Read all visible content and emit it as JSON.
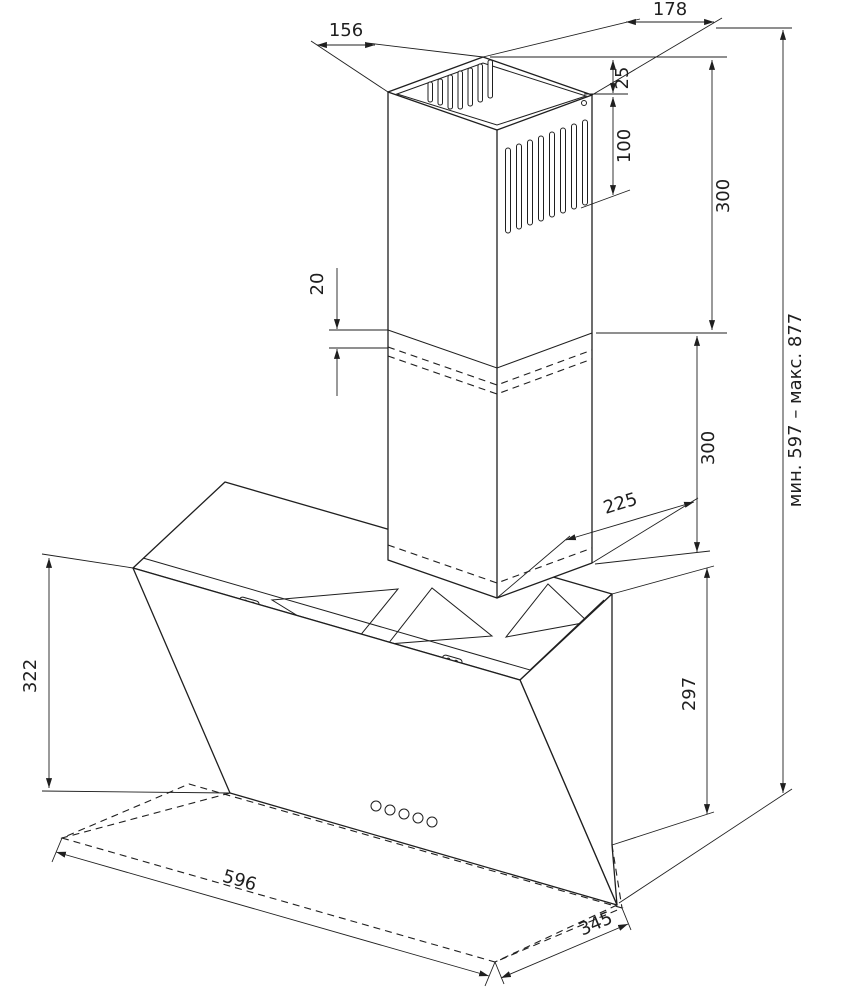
{
  "drawing": {
    "type": "range-hood-dimensional-drawing",
    "units": "mm"
  },
  "colors": {
    "ink": "#1f1f1f",
    "background": "#ffffff"
  },
  "dimensions": {
    "chimney_top_depth": "156",
    "chimney_top_width": "178",
    "vent_offset_from_top": "25",
    "vent_slot_height": "100",
    "upper_chimney_height": "300",
    "section_overlap_step": "20",
    "lower_chimney_height": "300",
    "chimney_base_depth": "225",
    "mounting_height_range": "мин. 597 – макс. 877",
    "body_front_height": "322",
    "body_rear_height": "297",
    "body_width": "596",
    "body_depth": "345"
  }
}
